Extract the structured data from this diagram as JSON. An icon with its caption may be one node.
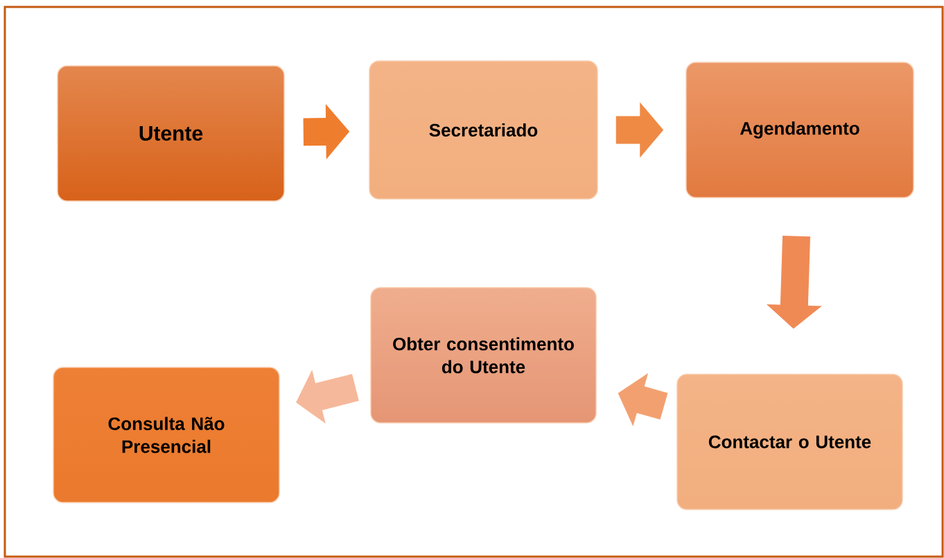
{
  "diagram": {
    "nodes": [
      {
        "text": [
          "Utente"
        ]
      },
      {
        "text": [
          "Secretariado"
        ]
      },
      {
        "text": [
          "Agendamento"
        ]
      },
      {
        "text": [
          "Contactar o Utente"
        ]
      },
      {
        "text": [
          "Obter consentimento do Utente"
        ]
      },
      {
        "text": [
          "Consulta Não Presencial"
        ]
      }
    ],
    "edges": [
      {
        "from": 0,
        "to": 1,
        "arrow": "to",
        "color": "#ef7d2e"
      },
      {
        "from": 1,
        "to": 2,
        "arrow": "to",
        "color": "#ef8a45"
      },
      {
        "from": 2,
        "to": 3,
        "arrow": "to",
        "color": "#f08a55"
      },
      {
        "from": 3,
        "to": 4,
        "arrow": "to",
        "color": "#f3a070"
      },
      {
        "from": 4,
        "to": 5,
        "arrow": "to",
        "color": "#f6b89a"
      }
    ]
  }
}
